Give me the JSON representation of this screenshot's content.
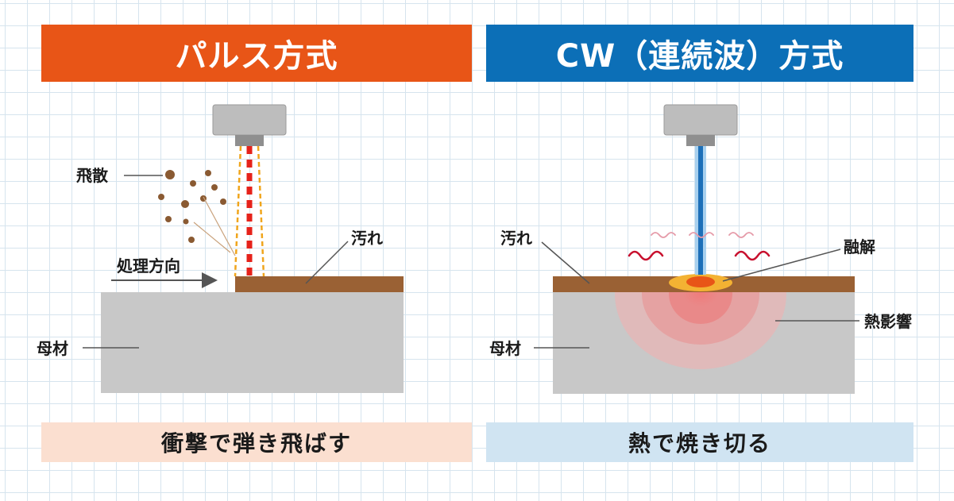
{
  "left_panel": {
    "title": "パルス方式",
    "labels": {
      "spatter": "飛散",
      "direction": "処理方向",
      "dirt": "汚れ",
      "base": "母材"
    },
    "caption": "衝撃で弾き飛ばす"
  },
  "right_panel": {
    "title": "CW（連続波）方式",
    "labels": {
      "dirt": "汚れ",
      "melt": "融解",
      "heat_effect": "熱影響",
      "base": "母材"
    },
    "caption": "熱で焼き切る"
  },
  "colors": {
    "pulse_accent": "#e85517",
    "cw_accent": "#0c6fb7",
    "dirt_layer": "#9a6134",
    "base_material": "#c8c8c8",
    "laser_red": "#e6221a",
    "laser_blue": "#1d6fb8",
    "spatter": "#8a5a32"
  }
}
